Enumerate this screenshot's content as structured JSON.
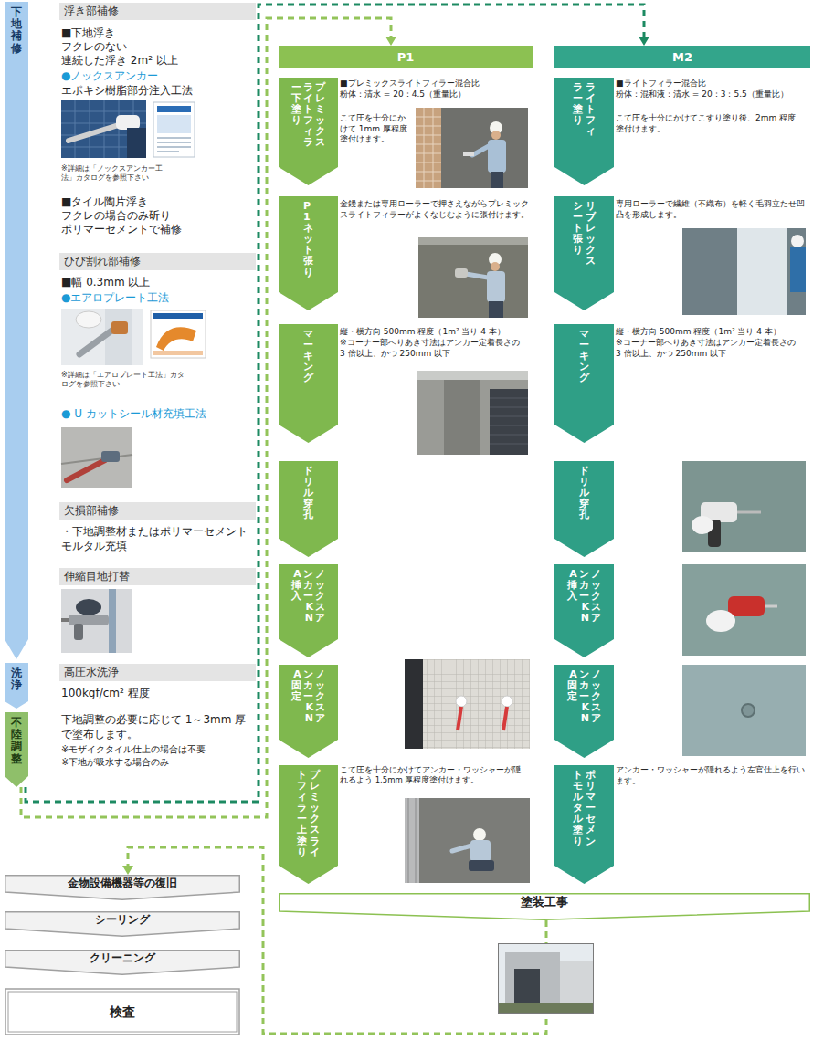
{
  "diagram": {
    "nodes": [
      {
        "text": [
          "下地補修"
        ]
      },
      {
        "text": [
          "浮き部補修"
        ]
      },
      {
        "text": [
          "ひび割れ部補修"
        ]
      },
      {
        "text": [
          "欠損部補修"
        ]
      },
      {
        "text": [
          "伸縮目地打替"
        ]
      },
      {
        "text": [
          "洗浄"
        ]
      },
      {
        "text": [
          "高圧水洗浄"
        ]
      },
      {
        "text": [
          "不陸調整"
        ]
      },
      {
        "text": [
          "P1"
        ]
      },
      {
        "text": [
          "M2"
        ]
      },
      {
        "text": [
          "プレミックスライトフィラー下塗り"
        ]
      },
      {
        "text": [
          "ライトフィラー塗り"
        ]
      },
      {
        "text": [
          "P1ネット張り"
        ]
      },
      {
        "text": [
          "リブレックスシート張り"
        ]
      },
      {
        "text": [
          "マーキング"
        ]
      },
      {
        "text": [
          "マーキング"
        ]
      },
      {
        "text": [
          "ドリル穿孔"
        ]
      },
      {
        "text": [
          "ドリル穿孔"
        ]
      },
      {
        "text": [
          "ノックスアンカーKNA挿入"
        ]
      },
      {
        "text": [
          "ノックスアンカーKNA挿入"
        ]
      },
      {
        "text": [
          "ノックスアンカーKNA固定"
        ]
      },
      {
        "text": [
          "ノックスアンカーKNA固定"
        ]
      },
      {
        "text": [
          "プレミックスライトフィラー上塗り"
        ]
      },
      {
        "text": [
          "ポリマーセメントモルタル塗り"
        ]
      },
      {
        "text": [
          "塗装工事"
        ]
      },
      {
        "text": [
          "金物設備機器等の復旧"
        ]
      },
      {
        "text": [
          "シーリング"
        ]
      },
      {
        "text": [
          "クリーニング"
        ]
      },
      {
        "text": [
          "検査"
        ]
      }
    ],
    "edges": [
      {
        "from": 7,
        "to": 8,
        "arrow": "to"
      },
      {
        "from": 7,
        "to": 9,
        "arrow": "to"
      },
      {
        "from": 24,
        "to": 25,
        "arrow": "to"
      }
    ],
    "labels": [
      "■下地浮き",
      "フクレのない",
      "連続した浮き 2m² 以上",
      "●ノックスアンカー",
      "エポキシ樹脂部分注入工法",
      "※詳細は「ノックスアンカー工法」カタログを参照下さい",
      "■タイル陶片浮き",
      "フクレの場合のみ斫り",
      "ポリマーセメントで補修",
      "■幅 0.3mm 以上",
      "●エアロプレート工法",
      "※詳細は「エアロプレート工法」カタログを参照下さい",
      "● U カットシール材充填工法",
      "・下地調整材またはポリマーセメントモルタル充填",
      "100kgf/cm² 程度",
      "下地調整の必要に応じて 1～3mm 厚で塗布します。",
      "※モザイクタイル仕上の場合は不要",
      "※下地が吸水する場合のみ",
      "■プレミックスライトフィラー混合比",
      "粉体：清水 = 20：4.5（重量比）",
      "こて圧を十分にかけて 1mm 厚程度塗付けます。",
      "金鏝または専用ローラーで押さえながらプレミックスライトフィラーがよくなじむように張付けます。",
      "縦・横方向 500mm 程度（1m² 当り 4 本）",
      "※コーナー部へりあき寸法はアンカー定着長さの 3 倍以上、かつ 250mm 以下",
      "こて圧を十分にかけてアンカー・ワッシャーが隠れるよう 1.5mm 厚程度塗付けます。",
      "■ライトフィラー混合比",
      "粉体：混和液：清水 = 20：3：5.5（重量比）",
      "こて圧を十分にかけてこすり塗り後、2mm 程度塗付けます。",
      "専用ローラーで繊維（不織布）を軽く毛羽立たせ凹凸を形成します。",
      "縦・横方向 500mm 程度（1m² 当り 4 本）",
      "※コーナー部へりあき寸法はアンカー定着長さの 3 倍以上、かつ 250mm 以下",
      "アンカー・ワッシャーが隠れるよう左官仕上を行います。"
    ]
  }
}
